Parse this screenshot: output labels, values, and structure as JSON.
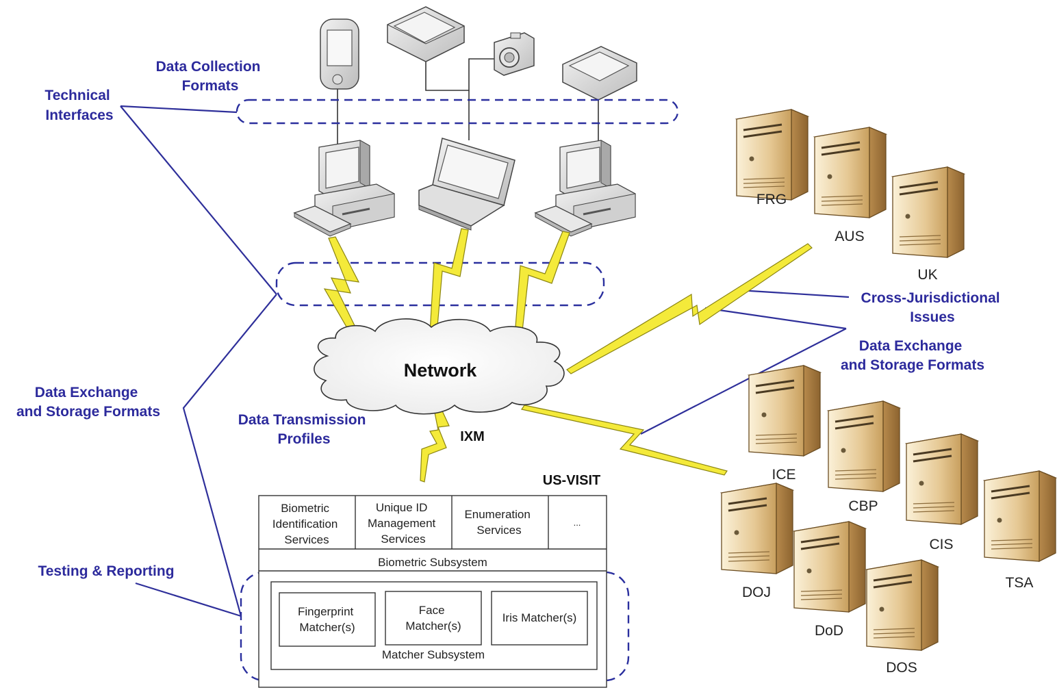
{
  "labels": {
    "data_collection_formats": [
      "Data Collection",
      "Formats"
    ],
    "technical_interfaces": [
      "Technical",
      "Interfaces"
    ],
    "data_exchange_left": [
      "Data Exchange",
      "and Storage Formats"
    ],
    "testing_reporting": "Testing & Reporting",
    "data_transmission_profiles": [
      "Data Transmission",
      "Profiles"
    ],
    "network": "Network",
    "ixm": "IXM",
    "us_visit": "US-VISIT",
    "cross_jurisdictional": [
      "Cross-Jurisdictional",
      "Issues"
    ],
    "data_exchange_right": [
      "Data Exchange",
      "and Storage Formats"
    ]
  },
  "services": [
    [
      "Biometric",
      "Identification",
      "Services"
    ],
    [
      "Unique ID",
      "Management",
      "Services"
    ],
    [
      "Enumeration",
      "Services"
    ],
    [
      "..."
    ]
  ],
  "biometric_subsystem": "Biometric Subsystem",
  "matchers": [
    [
      "Fingerprint",
      "Matcher(s)"
    ],
    [
      "Face",
      "Matcher(s)"
    ],
    [
      "Iris Matcher(s)"
    ]
  ],
  "matcher_subsystem": "Matcher Subsystem",
  "foreign_servers": [
    "FRG",
    "AUS",
    "UK"
  ],
  "domestic_servers": [
    "ICE",
    "CBP",
    "CIS",
    "TSA",
    "DOJ",
    "DoD",
    "DOS"
  ],
  "colors": {
    "label_blue": "#2c2a9c",
    "bolt_yellow": "#f4ea3a",
    "server_tan": "#e2c48e"
  }
}
